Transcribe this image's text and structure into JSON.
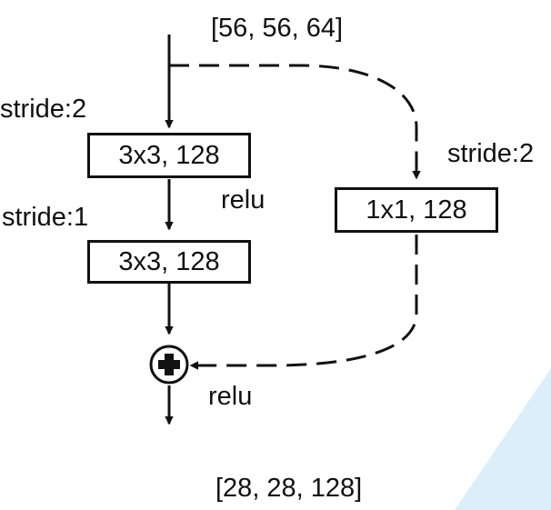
{
  "diagram": {
    "input_shape": "[56, 56, 64]",
    "output_shape": "[28, 28, 128]",
    "main_path": {
      "stride_label_1": "stride:2",
      "conv1_label": "3x3, 128",
      "relu_label_1": "relu",
      "stride_label_2": "stride:1",
      "conv2_label": "3x3, 128"
    },
    "shortcut": {
      "stride_label": "stride:2",
      "conv_label": "1x1, 128"
    },
    "add_relu_label": "relu",
    "colors": {
      "line": "#111111",
      "background": "#ffffff",
      "accent_corner": "#dbeef9"
    },
    "icons": {
      "add_node": "circled-plus-icon"
    }
  }
}
